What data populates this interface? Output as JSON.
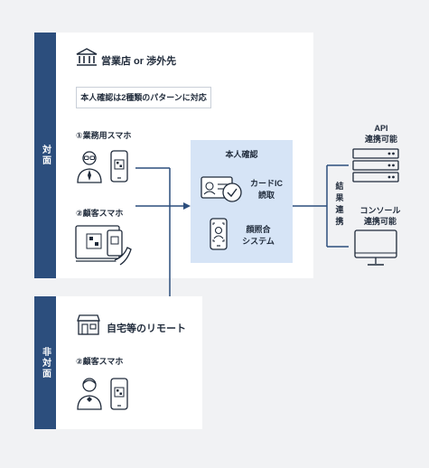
{
  "sides": {
    "face_to_face": "対面",
    "non_face_to_face": "非対面"
  },
  "store": {
    "title": "営業店 or 渉外先",
    "note": "本人確認は2種類のパターンに対応",
    "business_phone": "①業務用スマホ",
    "customer_phone": "②顧客スマホ"
  },
  "home": {
    "title": "自宅等のリモート",
    "customer_phone": "②顧客スマホ"
  },
  "verification": {
    "title": "本人確認",
    "card": "カードIC\n読取",
    "face": "顔照合\nシステム"
  },
  "result_label": "結果連携",
  "integrations": {
    "api": "API\n連携可能",
    "console": "コンソール\n連携可能"
  },
  "colors": {
    "navy": "#2c4e7d",
    "light_blue": "#d6e4f6",
    "line": "#2c4e7d"
  }
}
